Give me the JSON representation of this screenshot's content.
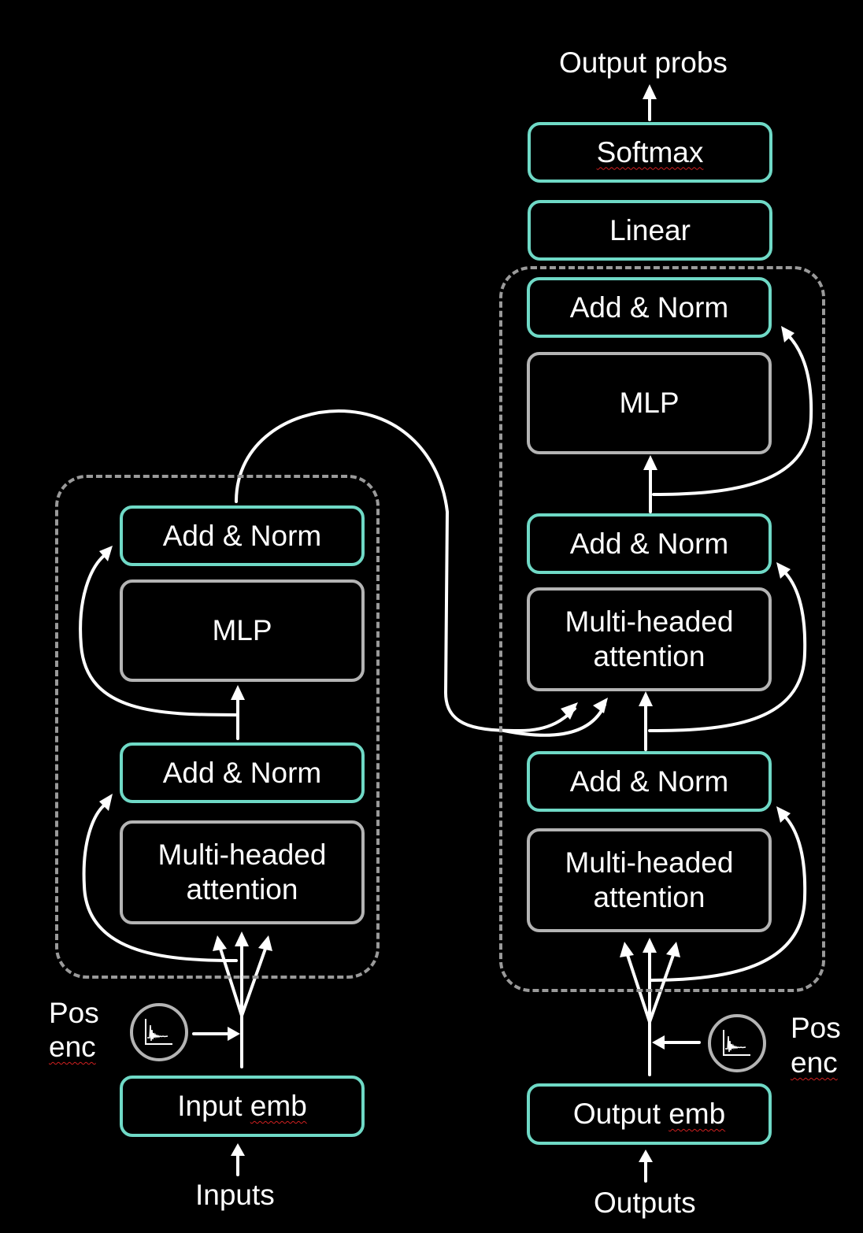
{
  "encoder": {
    "add_norm_top": "Add & Norm",
    "mlp": "MLP",
    "add_norm_bottom": "Add & Norm",
    "attention_line1": "Multi-headed",
    "attention_line2": "attention",
    "embedding": {
      "prefix": "Input ",
      "underlined": "emb"
    },
    "input_label": "Inputs",
    "pos_enc_line1": "Pos",
    "pos_enc_line2": "enc"
  },
  "decoder": {
    "output_label": "Output probs",
    "softmax": "Softmax",
    "linear": "Linear",
    "add_norm_top": "Add & Norm",
    "mlp": "MLP",
    "add_norm_middle": "Add & Norm",
    "cross_attention_line1": "Multi-headed",
    "cross_attention_line2": "attention",
    "add_norm_bottom": "Add & Norm",
    "self_attention_line1": "Multi-headed",
    "self_attention_line2": "attention",
    "embedding": {
      "prefix": "Output ",
      "underlined": "emb"
    },
    "input_label": "Outputs",
    "pos_enc_line1": "Pos",
    "pos_enc_line2": "enc"
  },
  "colors": {
    "background": "#000000",
    "block_border": "#6fd9c6",
    "sublayer_border": "#b4b4b4",
    "group_border": "#9a9a9a",
    "arrow": "#ffffff",
    "spellcheck_underline": "#d02020"
  },
  "icons": {
    "pos_enc": "sine-wave-plot-icon"
  }
}
